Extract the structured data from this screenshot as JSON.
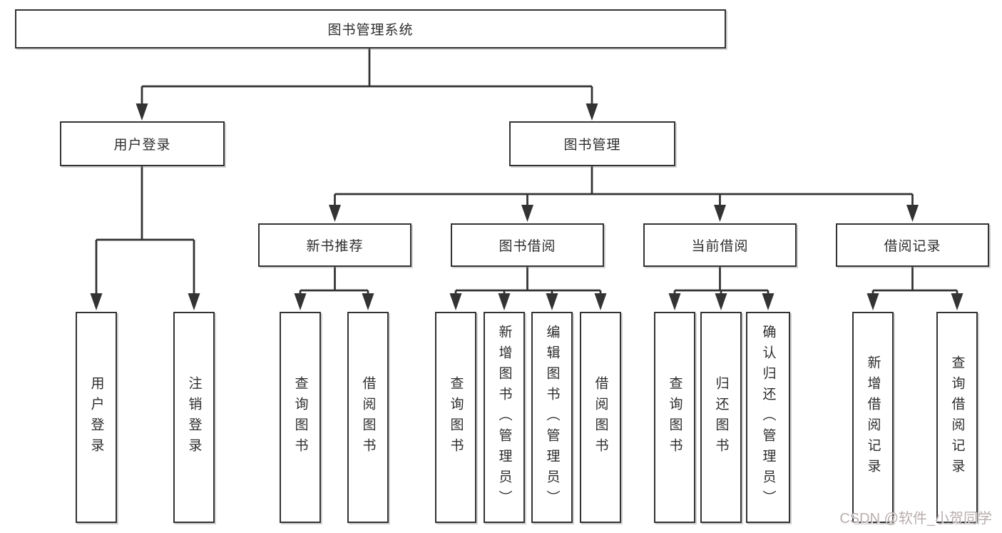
{
  "page": {
    "background_color": "#ffffff",
    "line_color": "#333333",
    "node_border_color": "#333333",
    "text_color": "#2d2d2d"
  },
  "tree": {
    "label": "图书管理系统",
    "children": [
      {
        "label": "用户登录",
        "children": [
          {
            "label": "用户登录"
          },
          {
            "label": "注销登录"
          }
        ]
      },
      {
        "label": "图书管理",
        "children": [
          {
            "label": "新书推荐",
            "children": [
              {
                "label": "查询图书"
              },
              {
                "label": "借阅图书"
              }
            ]
          },
          {
            "label": "图书借阅",
            "children": [
              {
                "label": "查询图书"
              },
              {
                "label": "新增图书（管理员）"
              },
              {
                "label": "编辑图书（管理员）"
              },
              {
                "label": "借阅图书"
              }
            ]
          },
          {
            "label": "当前借阅",
            "children": [
              {
                "label": "查询图书"
              },
              {
                "label": "归还图书"
              },
              {
                "label": "确认归还（管理员）"
              }
            ]
          },
          {
            "label": "借阅记录",
            "children": [
              {
                "label": "新增借阅记录"
              },
              {
                "label": "查询借阅记录"
              }
            ]
          }
        ]
      }
    ]
  },
  "watermark": {
    "text": "CSDN @软件_小贺同学",
    "color": "#b9aeae"
  }
}
